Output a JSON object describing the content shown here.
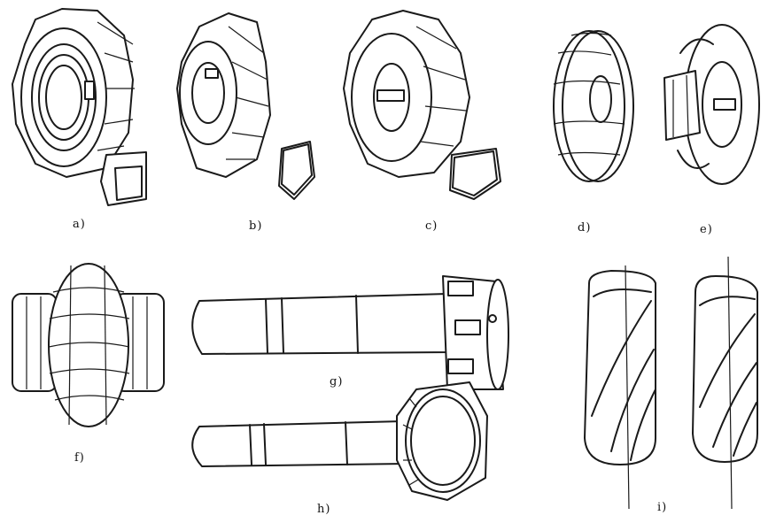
{
  "figure": {
    "labels": {
      "a": "a)",
      "b": "b)",
      "c": "c)",
      "d": "d)",
      "e": "e)",
      "f": "f)",
      "g": "g)",
      "h": "h)",
      "i": "i)"
    }
  }
}
